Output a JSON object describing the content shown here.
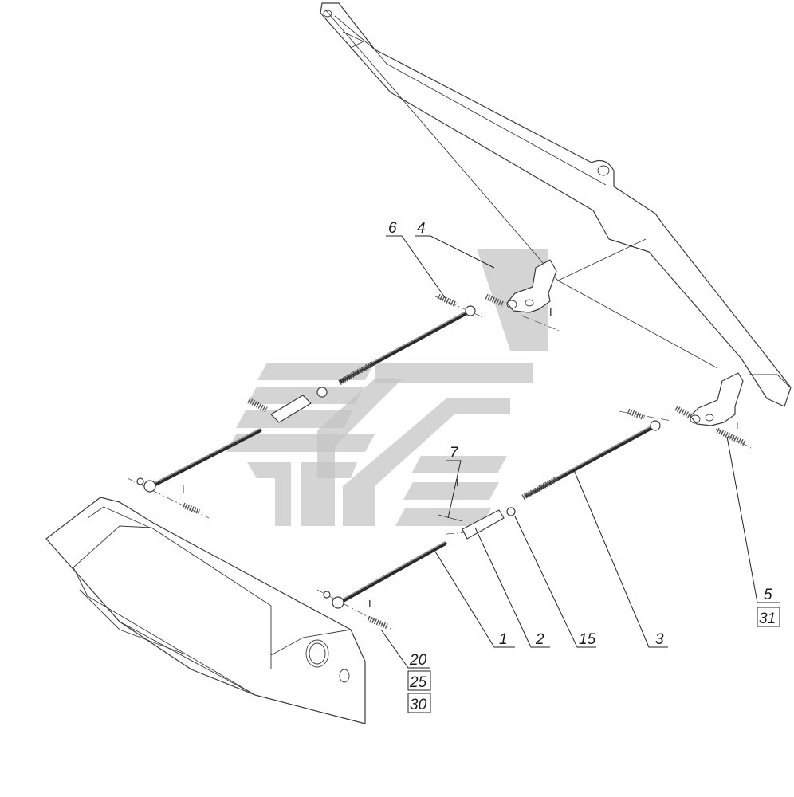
{
  "callouts": {
    "c1": "1",
    "c2": "2",
    "c3": "3",
    "c4": "4",
    "c5": "5",
    "c6": "6",
    "c7": "7",
    "c15": "15",
    "c20": "20",
    "c25": "25",
    "c30": "30",
    "c31": "31"
  },
  "markers": {
    "m1": "I",
    "m2": "I",
    "m3": "I",
    "m4": "I",
    "m5": "I"
  },
  "colors": {
    "line": "#3a3a3a",
    "watermark": "#c4c4c4",
    "background": "#ffffff"
  }
}
